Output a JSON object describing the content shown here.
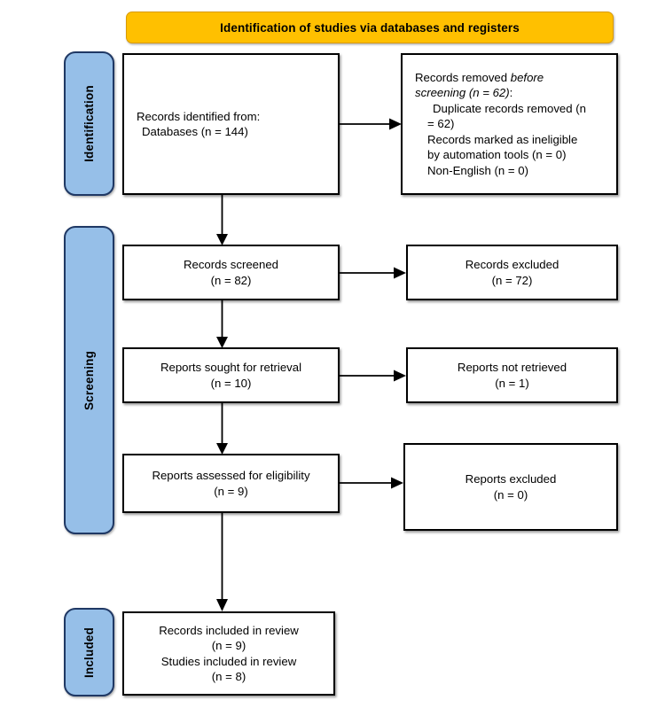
{
  "header": {
    "title": "Identification of studies via databases and registers",
    "background_color": "#FFC000"
  },
  "stages": {
    "identification": "Identification",
    "screening": "Screening",
    "included": "Included",
    "background_color": "#96BFE8"
  },
  "boxes": {
    "identified": {
      "line1": "Records identified from:",
      "line2": "Databases (n = 144)"
    },
    "removed": {
      "line1_a": "Records removed ",
      "line1_b": "before",
      "line2_a": "screening (n = 62)",
      "line2_b": ":",
      "line3": "Duplicate records removed (n",
      "line4": "= 62)",
      "line5": "Records marked as ineligible",
      "line6": "by automation tools (n = 0)",
      "line7": "Non-English (n = 0)"
    },
    "screened": {
      "line1": "Records screened",
      "line2": "(n = 82)"
    },
    "excluded_1": {
      "line1": "Records excluded",
      "line2": "(n = 72)"
    },
    "sought": {
      "line1": "Reports sought for retrieval",
      "line2": "(n = 10)"
    },
    "not_retrieved": {
      "line1": "Reports not retrieved",
      "line2": "(n = 1)"
    },
    "assessed": {
      "line1": "Reports assessed for eligibility",
      "line2": "(n = 9)"
    },
    "excluded_2": {
      "line1": "Reports excluded",
      "line2": "(n = 0)"
    },
    "included": {
      "line1": "Records included in review",
      "line2": "(n = 9)",
      "line3": "Studies included in review",
      "line4": "(n = 8)"
    }
  },
  "chart_data": {
    "type": "diagram",
    "title": "PRISMA flow diagram",
    "stages": [
      "Identification",
      "Screening",
      "Included"
    ],
    "nodes": [
      {
        "id": "identified",
        "stage": "Identification",
        "label": "Records identified from: Databases (n = 144)",
        "n": 144
      },
      {
        "id": "removed",
        "stage": "Identification",
        "label": "Records removed before screening (n = 62): Duplicate records removed (n = 62); Records marked as ineligible by automation tools (n = 0); Non-English (n = 0)",
        "n": 62
      },
      {
        "id": "screened",
        "stage": "Screening",
        "label": "Records screened (n = 82)",
        "n": 82
      },
      {
        "id": "excluded_1",
        "stage": "Screening",
        "label": "Records excluded (n = 72)",
        "n": 72
      },
      {
        "id": "sought",
        "stage": "Screening",
        "label": "Reports sought for retrieval (n = 10)",
        "n": 10
      },
      {
        "id": "not_retrieved",
        "stage": "Screening",
        "label": "Reports not retrieved (n = 1)",
        "n": 1
      },
      {
        "id": "assessed",
        "stage": "Screening",
        "label": "Reports assessed for eligibility (n = 9)",
        "n": 9
      },
      {
        "id": "excluded_2",
        "stage": "Screening",
        "label": "Reports excluded (n = 0)",
        "n": 0
      },
      {
        "id": "included",
        "stage": "Included",
        "label": "Records included in review (n = 9); Studies included in review (n = 8)",
        "n": 9
      }
    ],
    "edges": [
      {
        "from": "identified",
        "to": "removed",
        "direction": "horizontal"
      },
      {
        "from": "identified",
        "to": "screened",
        "direction": "vertical"
      },
      {
        "from": "screened",
        "to": "excluded_1",
        "direction": "horizontal"
      },
      {
        "from": "screened",
        "to": "sought",
        "direction": "vertical"
      },
      {
        "from": "sought",
        "to": "not_retrieved",
        "direction": "horizontal"
      },
      {
        "from": "sought",
        "to": "assessed",
        "direction": "vertical"
      },
      {
        "from": "assessed",
        "to": "excluded_2",
        "direction": "horizontal"
      },
      {
        "from": "assessed",
        "to": "included",
        "direction": "vertical"
      }
    ]
  }
}
